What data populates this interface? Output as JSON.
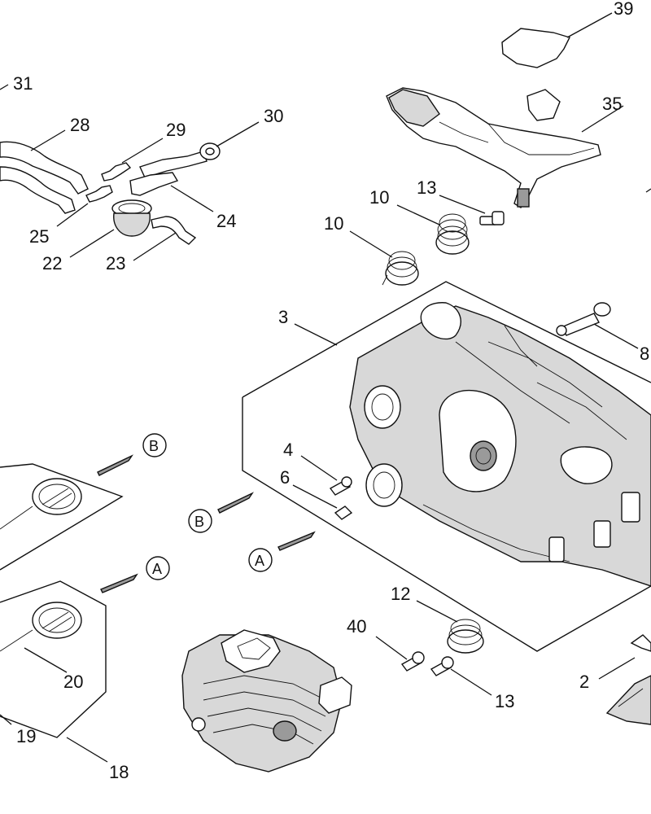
{
  "parts": [
    {
      "id": "p39",
      "label": "39"
    },
    {
      "id": "p35",
      "label": "35"
    },
    {
      "id": "p31",
      "label": "31"
    },
    {
      "id": "p28",
      "label": "28"
    },
    {
      "id": "p29",
      "label": "29"
    },
    {
      "id": "p30",
      "label": "30"
    },
    {
      "id": "p25",
      "label": "25"
    },
    {
      "id": "p24",
      "label": "24"
    },
    {
      "id": "p22",
      "label": "22"
    },
    {
      "id": "p23",
      "label": "23"
    },
    {
      "id": "p13a",
      "label": "13"
    },
    {
      "id": "p10a",
      "label": "10"
    },
    {
      "id": "p10b",
      "label": "10"
    },
    {
      "id": "p3",
      "label": "3"
    },
    {
      "id": "p8",
      "label": "8"
    },
    {
      "id": "p4",
      "label": "4"
    },
    {
      "id": "p6",
      "label": "6"
    },
    {
      "id": "p12",
      "label": "12"
    },
    {
      "id": "p40",
      "label": "40"
    },
    {
      "id": "p13b",
      "label": "13"
    },
    {
      "id": "p2",
      "label": "2"
    },
    {
      "id": "p20",
      "label": "20"
    },
    {
      "id": "p19",
      "label": "19"
    },
    {
      "id": "p18",
      "label": "18"
    }
  ],
  "refs": {
    "b_top": "B",
    "b_mid": "B",
    "a_left": "A",
    "a_mid": "A"
  }
}
